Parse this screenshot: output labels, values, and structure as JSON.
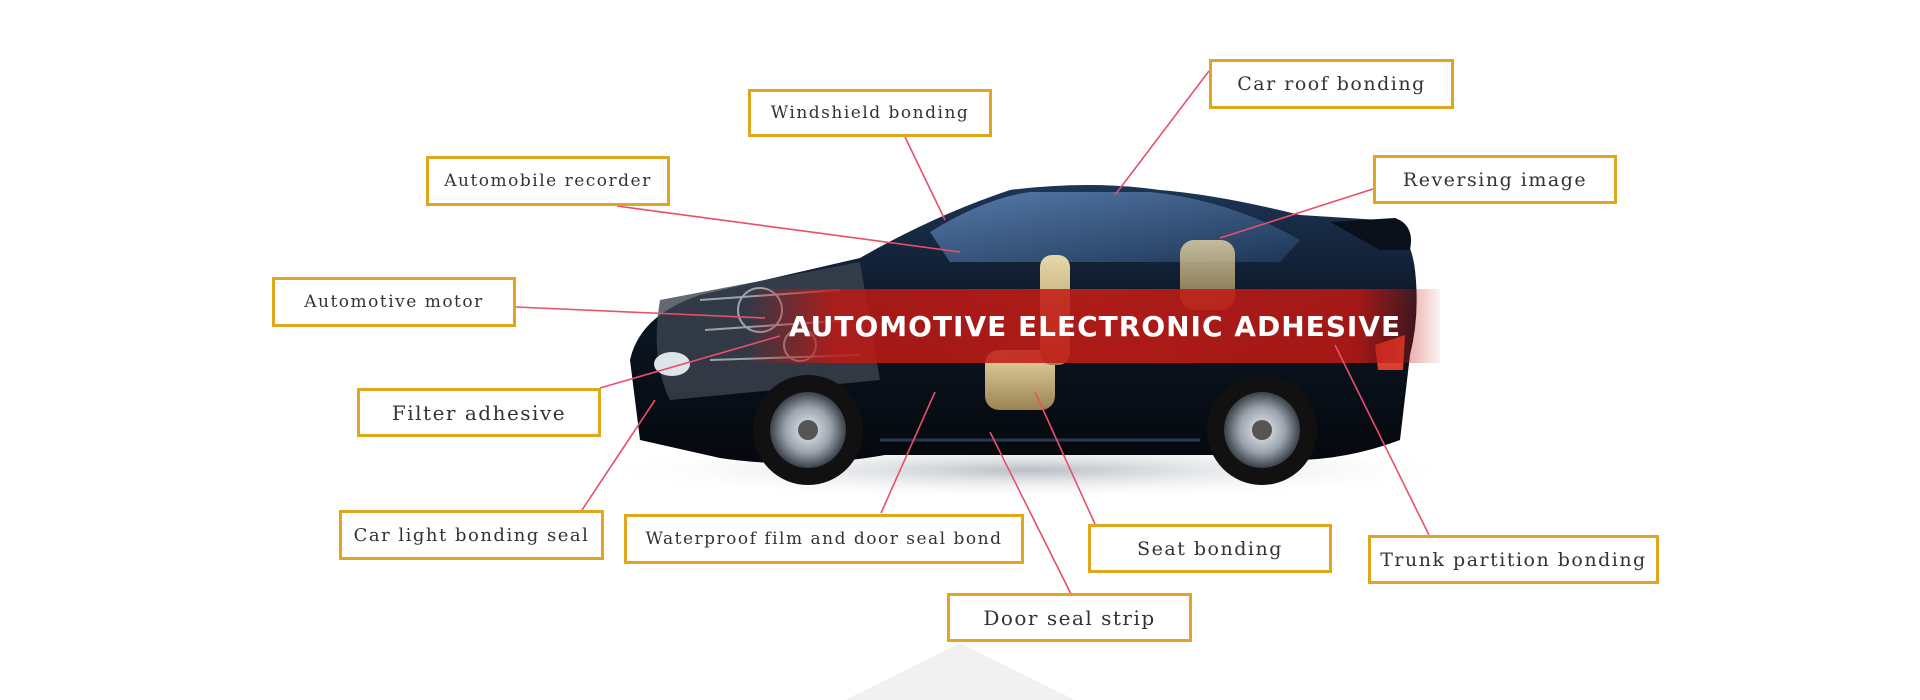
{
  "banner": {
    "title": "AUTOMOTIVE ELECTRONIC ADHESIVE"
  },
  "colors": {
    "box_border": "#e0a61c",
    "leader_line": "#e8506a",
    "banner_red": "#c21c16",
    "car_body": "#0c1420"
  },
  "labels": [
    {
      "id": "car-roof-bonding",
      "text": "Car roof bonding"
    },
    {
      "id": "windshield-bonding",
      "text": "Windshield bonding"
    },
    {
      "id": "automobile-recorder",
      "text": "Automobile recorder"
    },
    {
      "id": "reversing-image",
      "text": "Reversing image"
    },
    {
      "id": "automotive-motor",
      "text": "Automotive motor"
    },
    {
      "id": "filter-adhesive",
      "text": "Filter adhesive"
    },
    {
      "id": "car-light-bonding-seal",
      "text": "Car light bonding seal"
    },
    {
      "id": "waterproof-film-door-seal",
      "text": "Waterproof film and door seal bond"
    },
    {
      "id": "seat-bonding",
      "text": "Seat bonding"
    },
    {
      "id": "trunk-partition-bonding",
      "text": "Trunk partition bonding"
    },
    {
      "id": "door-seal-strip",
      "text": "Door seal strip"
    }
  ]
}
